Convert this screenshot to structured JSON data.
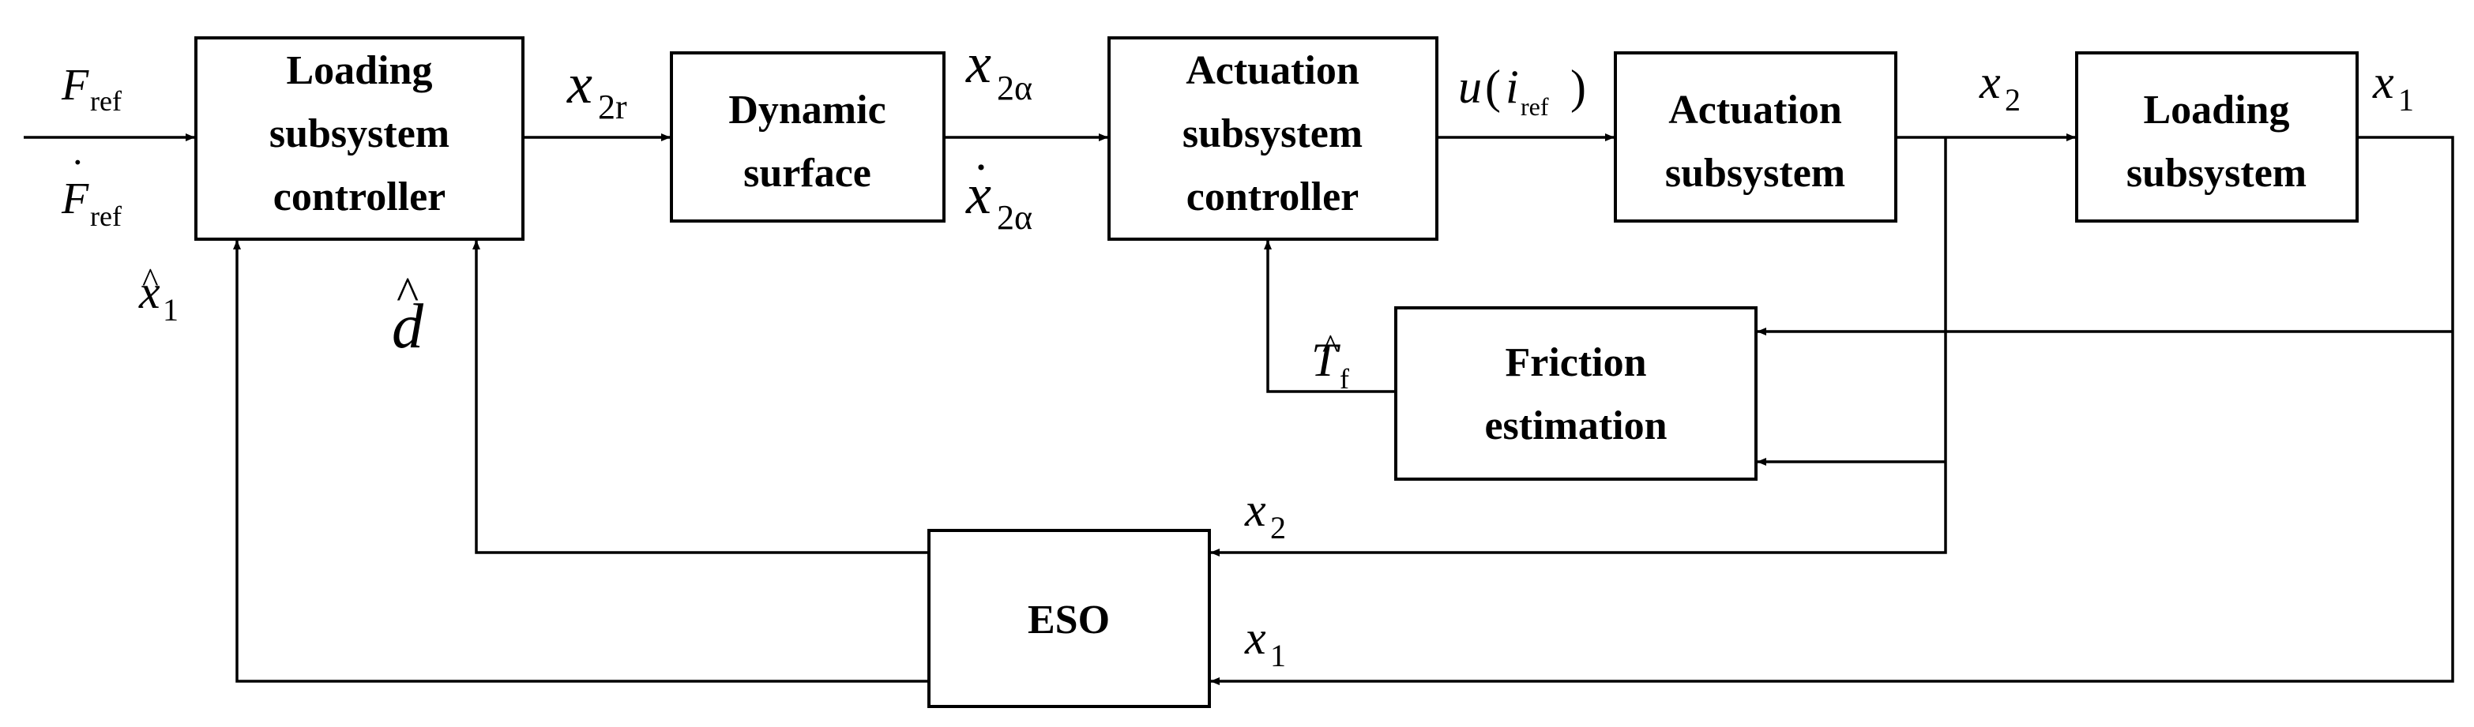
{
  "blocks": {
    "loading_controller": [
      "Loading",
      "subsystem",
      "controller"
    ],
    "dynamic_surface": [
      "Dynamic",
      "surface"
    ],
    "actuation_controller": [
      "Actuation",
      "subsystem",
      "controller"
    ],
    "actuation_subsystem": [
      "Actuation",
      "subsystem"
    ],
    "loading_subsystem": [
      "Loading",
      "subsystem"
    ],
    "friction_estimation": [
      "Friction",
      "estimation"
    ],
    "eso": "ESO"
  },
  "signals": {
    "F": "F",
    "ref": "ref",
    "x": "x",
    "u": "u",
    "i": "i",
    "d": "d",
    "T": "T",
    "f": "f",
    "sub_1": "1",
    "sub_2": "2",
    "sub_2r": "2r",
    "sub_2alpha": "2α",
    "paren_open": "(",
    "paren_close": ")",
    "hat": "^",
    "dot": "·"
  }
}
